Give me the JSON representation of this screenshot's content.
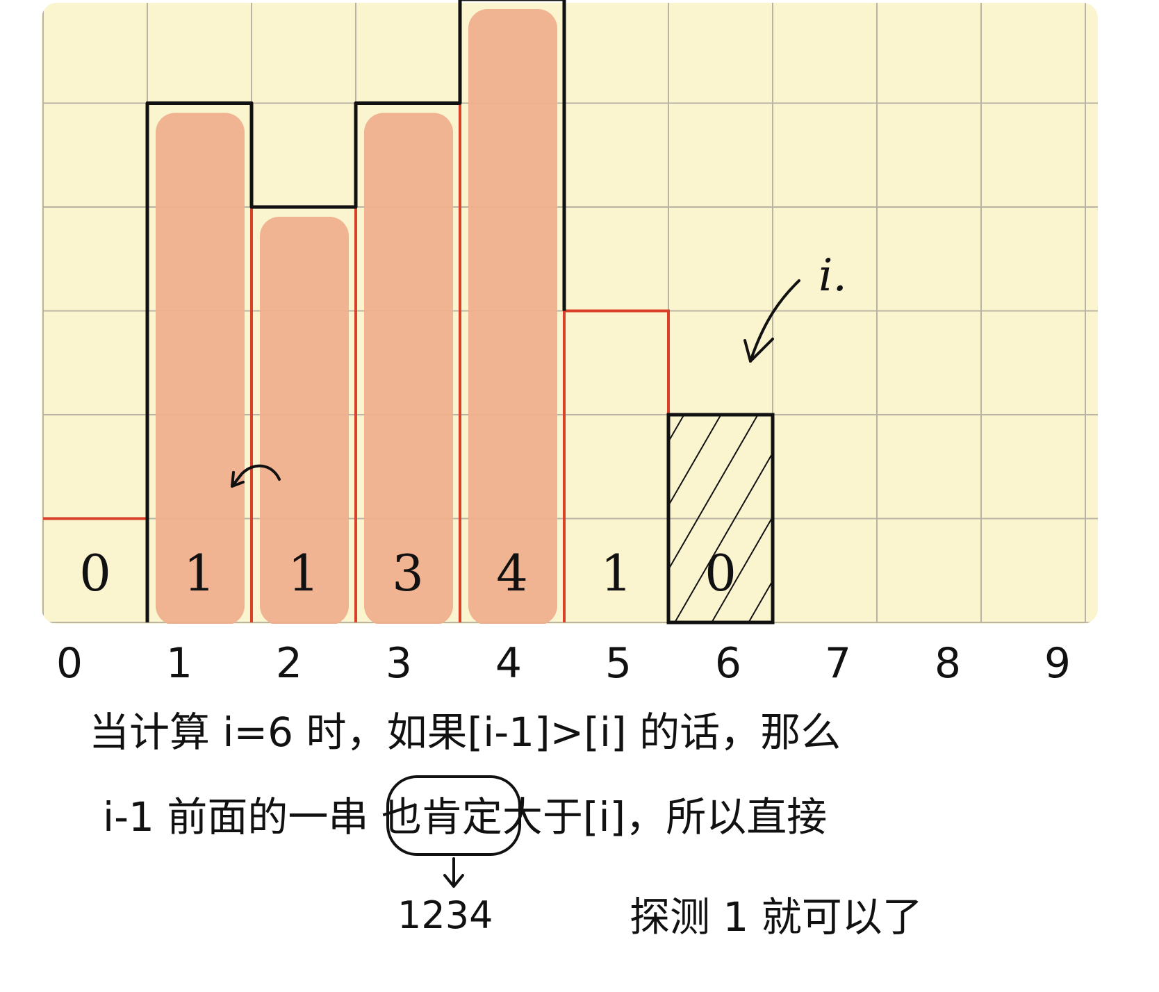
{
  "chart_data": {
    "type": "bar",
    "x_ticks": [
      "0",
      "1",
      "2",
      "3",
      "4",
      "5",
      "6",
      "7",
      "8",
      "9"
    ],
    "bar_positions": [
      0,
      1,
      2,
      3,
      4,
      5,
      6
    ],
    "values": [
      1,
      5,
      4,
      5,
      6,
      3,
      2
    ],
    "bar_labels": [
      "0",
      "1",
      "1",
      "3",
      "4",
      "1",
      "0"
    ],
    "ylim": [
      0,
      6
    ],
    "grid": true,
    "highlighted_bars": [
      1,
      2,
      3,
      4
    ],
    "hatched_bar": 6,
    "colors": {
      "paper": "#fbf5cf",
      "grid": "#b8b3a2",
      "fill": "#efb08e",
      "red_outline": "#d9402a",
      "ink": "#111111"
    }
  },
  "annotations": {
    "pointer_label": "i.",
    "note_line1": "当计算 i=6 时，如果[i-1]>[i] 的话，那么",
    "note_line2": "i-1 前面的一串 也肯定大于[i]，所以直接",
    "note_sub": "1234",
    "note_line3": "探测 1 就可以了"
  }
}
